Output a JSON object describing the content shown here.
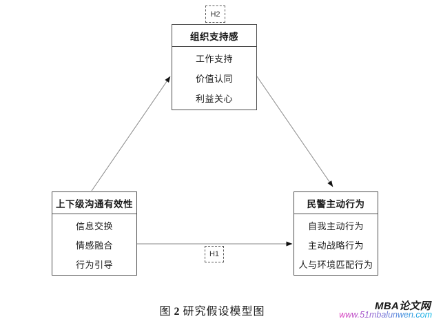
{
  "diagram": {
    "h2_label": "H2",
    "h1_label": "H1",
    "top_box": {
      "title": "组织支持感",
      "items": [
        "工作支持",
        "价值认同",
        "利益关心"
      ]
    },
    "left_box": {
      "title": "上下级沟通有效性",
      "items": [
        "信息交换",
        "情感融合",
        "行为引导"
      ]
    },
    "right_box": {
      "title": "民警主动行为",
      "items": [
        "自我主动行为",
        "主动战略行为",
        "人与环境匹配行为"
      ]
    }
  },
  "caption": {
    "fig_label": "图",
    "fig_number": "2",
    "title": "研究假设模型图"
  },
  "watermark": {
    "site_name": "MBA论文网",
    "url": "www.51mbalunwen.com"
  },
  "colors": {
    "box_border": "#4a4a4a",
    "arrow_line": "#888888",
    "arrowhead": "#111111",
    "watermark_gradient_start": "#e13bbe",
    "watermark_gradient_mid": "#7d6fd6",
    "watermark_gradient_end": "#00b8e6"
  }
}
